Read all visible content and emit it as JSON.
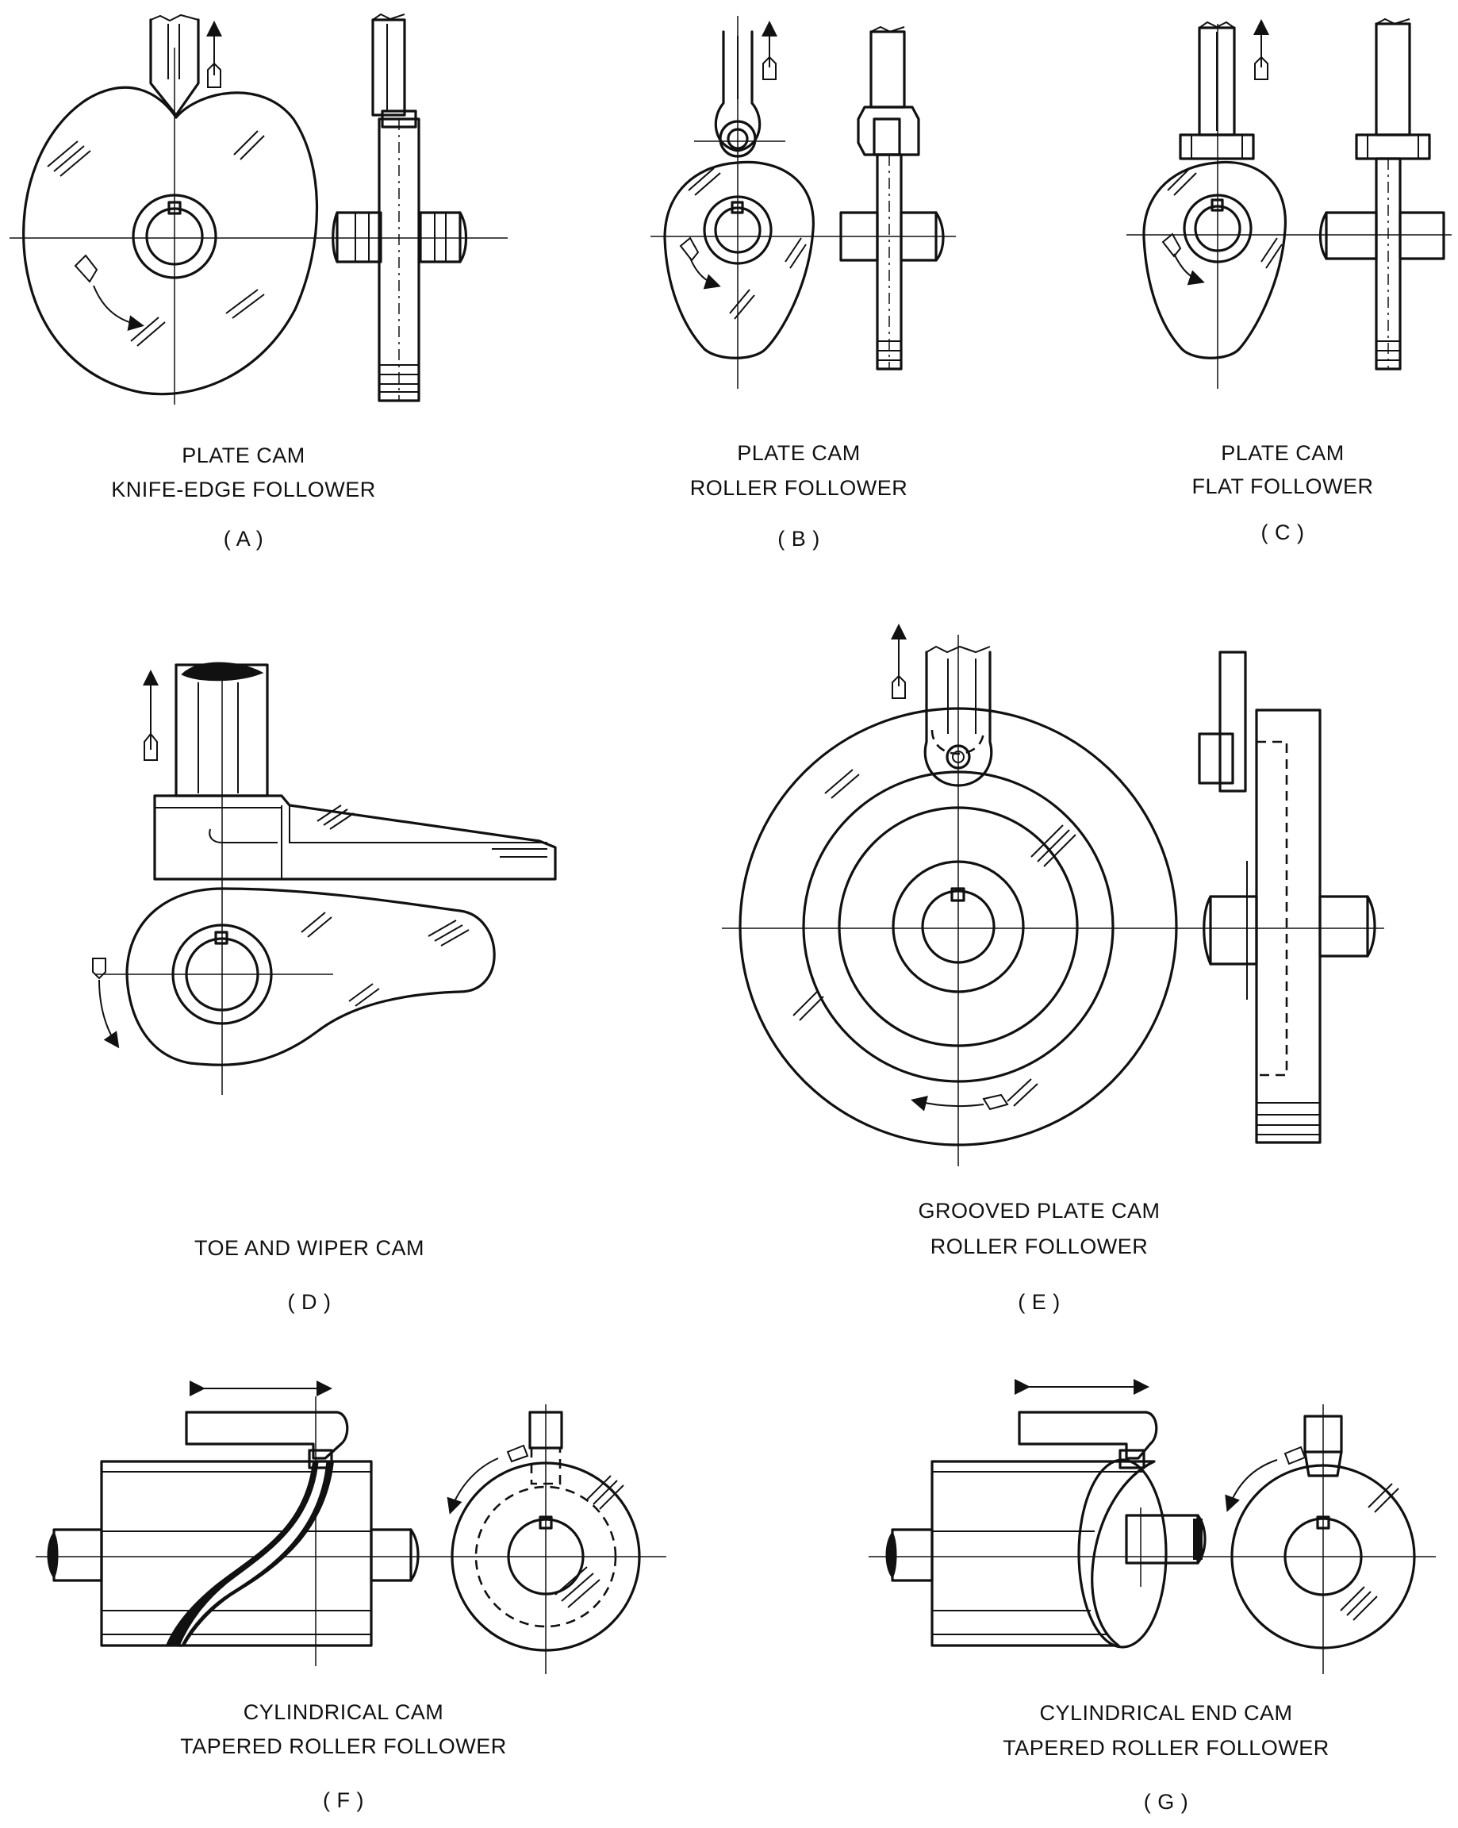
{
  "panels": [
    {
      "id": "A",
      "line1": "PLATE CAM",
      "line2": "KNIFE-EDGE FOLLOWER",
      "letter": "( A )"
    },
    {
      "id": "B",
      "line1": "PLATE CAM",
      "line2": "ROLLER FOLLOWER",
      "letter": "( B )"
    },
    {
      "id": "C",
      "line1": "PLATE CAM",
      "line2": "FLAT FOLLOWER",
      "letter": "( C )"
    },
    {
      "id": "D",
      "line1": "TOE AND WIPER CAM",
      "line2": "",
      "letter": "( D )"
    },
    {
      "id": "E",
      "line1": "GROOVED PLATE CAM",
      "line2": "ROLLER FOLLOWER",
      "letter": "( E )"
    },
    {
      "id": "F",
      "line1": "CYLINDRICAL CAM",
      "line2": "TAPERED ROLLER FOLLOWER",
      "letter": "( F )"
    },
    {
      "id": "G",
      "line1": "CYLINDRICAL END CAM",
      "line2": "TAPERED ROLLER FOLLOWER",
      "letter": "( G )"
    }
  ],
  "colors": {
    "ink": "#111111",
    "paper": "#ffffff"
  }
}
